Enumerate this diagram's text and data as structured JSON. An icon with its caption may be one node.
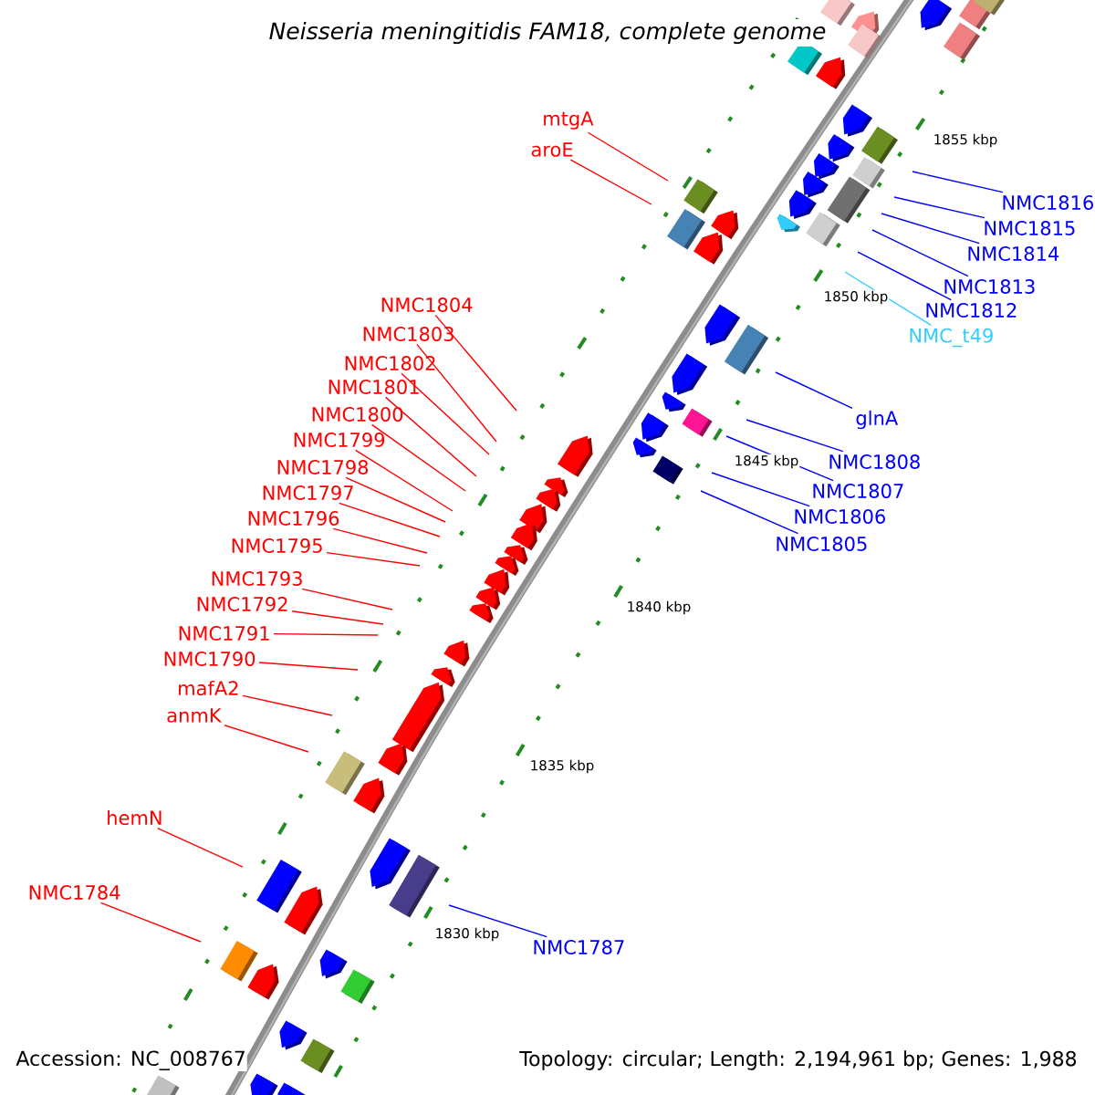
{
  "diagram": {
    "title": "Neisseria meningitidis FAM18, complete genome",
    "nodes": [
      {
        "text": [
          "mtgA"
        ]
      },
      {
        "text": [
          "aroE"
        ]
      },
      {
        "text": [
          "NMC1816"
        ]
      },
      {
        "text": [
          "NMC1815"
        ]
      },
      {
        "text": [
          "NMC1814"
        ]
      },
      {
        "text": [
          "NMC1813"
        ]
      },
      {
        "text": [
          "NMC1804"
        ]
      },
      {
        "text": [
          "NMC1812"
        ]
      },
      {
        "text": [
          "NMC1803"
        ]
      },
      {
        "text": [
          "NMC_t49"
        ]
      },
      {
        "text": [
          "NMC1802"
        ]
      },
      {
        "text": [
          "NMC1801"
        ]
      },
      {
        "text": [
          "NMC1800"
        ]
      },
      {
        "text": [
          "glnA"
        ]
      },
      {
        "text": [
          "NMC1799"
        ]
      },
      {
        "text": [
          "NMC1808"
        ]
      },
      {
        "text": [
          "NMC1798"
        ]
      },
      {
        "text": [
          "NMC1807"
        ]
      },
      {
        "text": [
          "NMC1797"
        ]
      },
      {
        "text": [
          "NMC1806"
        ]
      },
      {
        "text": [
          "NMC1796"
        ]
      },
      {
        "text": [
          "NMC1805"
        ]
      },
      {
        "text": [
          "NMC1795"
        ]
      },
      {
        "text": [
          "NMC1793"
        ]
      },
      {
        "text": [
          "NMC1792"
        ]
      },
      {
        "text": [
          "NMC1791"
        ]
      },
      {
        "text": [
          "NMC1790"
        ]
      },
      {
        "text": [
          "mafA2"
        ]
      },
      {
        "text": [
          "anmK"
        ]
      },
      {
        "text": [
          "hemN"
        ]
      },
      {
        "text": [
          "NMC1784"
        ]
      },
      {
        "text": [
          "NMC1787"
        ]
      }
    ],
    "edges": [
      {
        "from": 0,
        "to": null,
        "arrow": "none"
      },
      {
        "from": 1,
        "to": null,
        "arrow": "none"
      },
      {
        "from": 2,
        "to": null,
        "arrow": "none",
        "color": "#0000ff"
      },
      {
        "from": 3,
        "to": null,
        "arrow": "none",
        "color": "#0000ff"
      },
      {
        "from": 4,
        "to": null,
        "arrow": "none",
        "color": "#0000ff"
      },
      {
        "from": 5,
        "to": null,
        "arrow": "none",
        "color": "#0000ff"
      },
      {
        "from": 6,
        "to": null,
        "arrow": "none"
      },
      {
        "from": 7,
        "to": null,
        "arrow": "none",
        "color": "#0000ff"
      },
      {
        "from": 8,
        "to": null,
        "arrow": "none"
      },
      {
        "from": 9,
        "to": null,
        "arrow": "none",
        "color": "#33ccff"
      },
      {
        "from": 10,
        "to": null,
        "arrow": "none"
      },
      {
        "from": 11,
        "to": null,
        "arrow": "none"
      },
      {
        "from": 12,
        "to": null,
        "arrow": "none"
      },
      {
        "from": 13,
        "to": null,
        "arrow": "none",
        "color": "#0000ff"
      },
      {
        "from": 14,
        "to": null,
        "arrow": "none"
      },
      {
        "from": 15,
        "to": null,
        "arrow": "none",
        "color": "#0000ff"
      },
      {
        "from": 16,
        "to": null,
        "arrow": "none"
      },
      {
        "from": 17,
        "to": null,
        "arrow": "none",
        "color": "#0000ff"
      },
      {
        "from": 18,
        "to": null,
        "arrow": "none"
      },
      {
        "from": 19,
        "to": null,
        "arrow": "none",
        "color": "#0000ff"
      },
      {
        "from": 20,
        "to": null,
        "arrow": "none"
      },
      {
        "from": 21,
        "to": null,
        "arrow": "none",
        "color": "#0000ff"
      },
      {
        "from": 22,
        "to": null,
        "arrow": "none"
      },
      {
        "from": 23,
        "to": null,
        "arrow": "none"
      },
      {
        "from": 24,
        "to": null,
        "arrow": "none"
      },
      {
        "from": 25,
        "to": null,
        "arrow": "none"
      },
      {
        "from": 26,
        "to": null,
        "arrow": "none"
      },
      {
        "from": 27,
        "to": null,
        "arrow": "none"
      },
      {
        "from": 28,
        "to": null,
        "arrow": "none"
      },
      {
        "from": 29,
        "to": null,
        "arrow": "none"
      },
      {
        "from": 30,
        "to": null,
        "arrow": "none"
      },
      {
        "from": 31,
        "to": null,
        "arrow": "none",
        "color": "#0000ff"
      }
    ],
    "labels": [
      "1855 kbp",
      "1850 kbp",
      "1845 kbp",
      "1840 kbp",
      "1835 kbp",
      "1830 kbp",
      "Accession: NC_008767",
      "Topology: circular; Length: 2,194,961 bp; Genes: 1,988"
    ]
  }
}
